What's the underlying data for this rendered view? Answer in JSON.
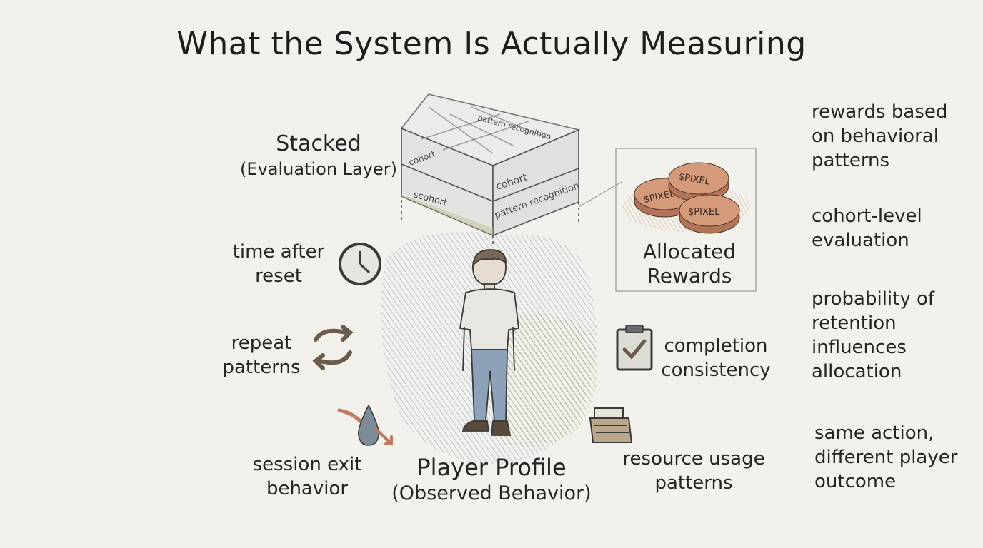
{
  "title": "What the System Is Actually Measuring",
  "evaluation_layer": {
    "label": "Stacked",
    "sublabel": "(Evaluation Layer)",
    "box_text": [
      "pattern recognition",
      "cohort",
      "scohort",
      "cohort",
      "pattern recognition"
    ]
  },
  "rewards": {
    "label_line1": "Allocated",
    "label_line2": "Rewards",
    "coin_text": "$PIXEL"
  },
  "player": {
    "label": "Player Profile",
    "sublabel": "(Observed Behavior)"
  },
  "signals_left": [
    {
      "line1": "time after",
      "line2": "reset",
      "icon": "clock-icon"
    },
    {
      "line1": "repeat",
      "line2": "patterns",
      "icon": "repeat-arrows-icon"
    },
    {
      "line1": "session exit",
      "line2": "behavior",
      "icon": "droplet-exit-icon"
    }
  ],
  "signals_right": [
    {
      "line1": "completion",
      "line2": "consistency",
      "icon": "clipboard-check-icon"
    },
    {
      "line1": "resource usage",
      "line2": "patterns",
      "icon": "box-icon"
    }
  ],
  "notes": [
    [
      "rewards based",
      "on behavioral",
      "patterns"
    ],
    [
      "cohort-level",
      "evaluation"
    ],
    [
      "probability of",
      "retention",
      "influences",
      "allocation"
    ],
    [
      "same action,",
      "different player",
      "outcome"
    ]
  ],
  "colors": {
    "background": "#f3f1ec",
    "ink": "#2a2a2a",
    "blue_shade": "#9fb3c6",
    "olive_shade": "#b9b48a",
    "coin": "#c98a6a",
    "shirt": "#e8e6e0",
    "jeans": "#8da2b8"
  }
}
